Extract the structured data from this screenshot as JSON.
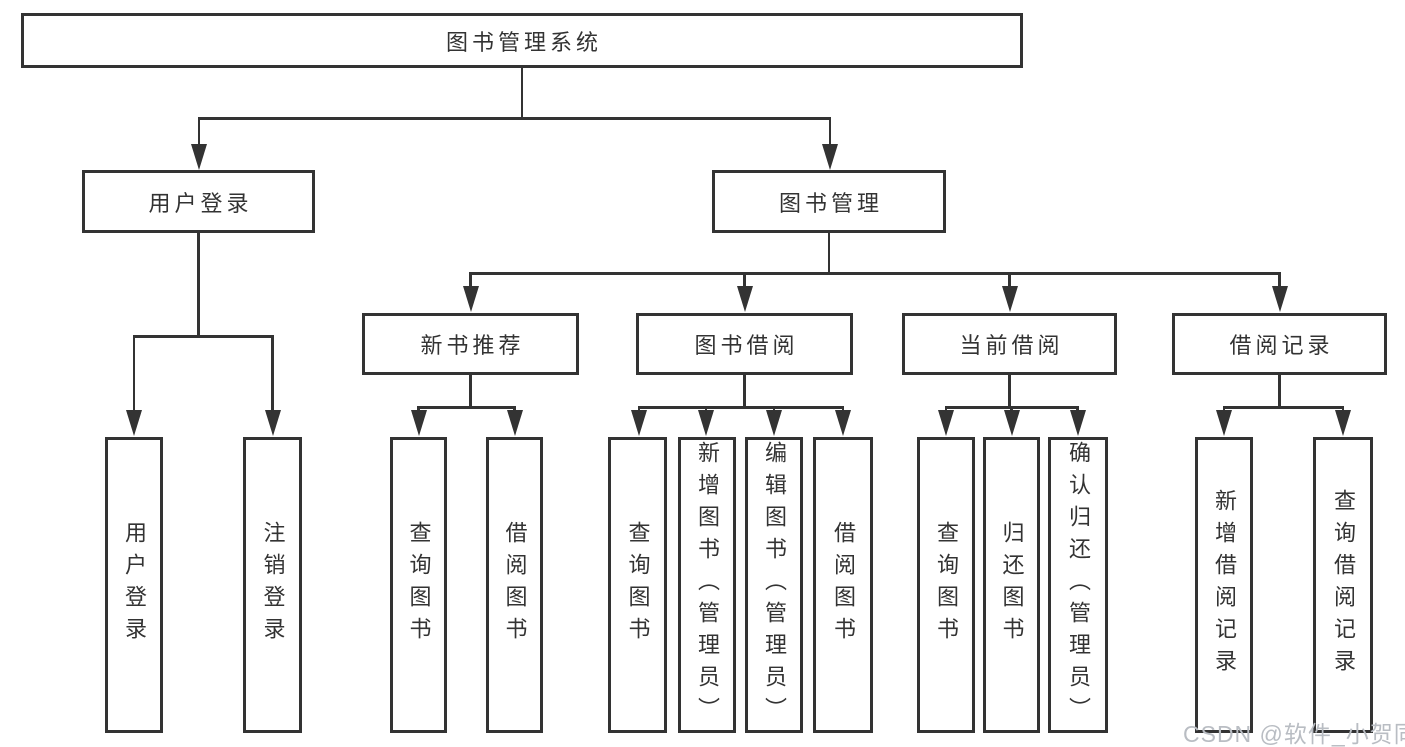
{
  "diagram": {
    "title": "图书管理系统",
    "nodes": [
      {
        "id": "root",
        "label": "图书管理系统",
        "orientation": "horizontal"
      },
      {
        "id": "login",
        "label": "用户登录",
        "orientation": "horizontal"
      },
      {
        "id": "mgmt",
        "label": "图书管理",
        "orientation": "horizontal"
      },
      {
        "id": "rec",
        "label": "新书推荐",
        "orientation": "horizontal"
      },
      {
        "id": "borrow",
        "label": "图书借阅",
        "orientation": "horizontal"
      },
      {
        "id": "current",
        "label": "当前借阅",
        "orientation": "horizontal"
      },
      {
        "id": "history",
        "label": "借阅记录",
        "orientation": "horizontal"
      },
      {
        "id": "v_login",
        "label": "用户登录",
        "orientation": "vertical"
      },
      {
        "id": "v_logout",
        "label": "注销登录",
        "orientation": "vertical"
      },
      {
        "id": "v_q1",
        "label": "查询图书",
        "orientation": "vertical"
      },
      {
        "id": "v_b1",
        "label": "借阅图书",
        "orientation": "vertical"
      },
      {
        "id": "v_q2",
        "label": "查询图书",
        "orientation": "vertical"
      },
      {
        "id": "v_add",
        "label": "新增图书（管理员）",
        "orientation": "vertical"
      },
      {
        "id": "v_edit",
        "label": "编辑图书（管理员）",
        "orientation": "vertical"
      },
      {
        "id": "v_b2",
        "label": "借阅图书",
        "orientation": "vertical"
      },
      {
        "id": "v_q3",
        "label": "查询图书",
        "orientation": "vertical"
      },
      {
        "id": "v_ret",
        "label": "归还图书",
        "orientation": "vertical"
      },
      {
        "id": "v_conf",
        "label": "确认归还（管理员）",
        "orientation": "vertical"
      },
      {
        "id": "v_addrec",
        "label": "新增借阅记录",
        "orientation": "vertical"
      },
      {
        "id": "v_qrec",
        "label": "查询借阅记录",
        "orientation": "vertical"
      }
    ],
    "edges": [
      [
        "root",
        "login"
      ],
      [
        "root",
        "mgmt"
      ],
      [
        "login",
        "v_login"
      ],
      [
        "login",
        "v_logout"
      ],
      [
        "mgmt",
        "rec"
      ],
      [
        "mgmt",
        "borrow"
      ],
      [
        "mgmt",
        "current"
      ],
      [
        "mgmt",
        "history"
      ],
      [
        "rec",
        "v_q1"
      ],
      [
        "rec",
        "v_b1"
      ],
      [
        "borrow",
        "v_q2"
      ],
      [
        "borrow",
        "v_add"
      ],
      [
        "borrow",
        "v_edit"
      ],
      [
        "borrow",
        "v_b2"
      ],
      [
        "current",
        "v_q3"
      ],
      [
        "current",
        "v_ret"
      ],
      [
        "current",
        "v_conf"
      ],
      [
        "history",
        "v_addrec"
      ],
      [
        "history",
        "v_qrec"
      ]
    ]
  },
  "watermark": {
    "text": "CSDN @软件_小贺同学"
  },
  "colors": {
    "line": "#333333",
    "text": "#333333",
    "background": "#ffffff",
    "watermark": "#b9bdc3"
  }
}
